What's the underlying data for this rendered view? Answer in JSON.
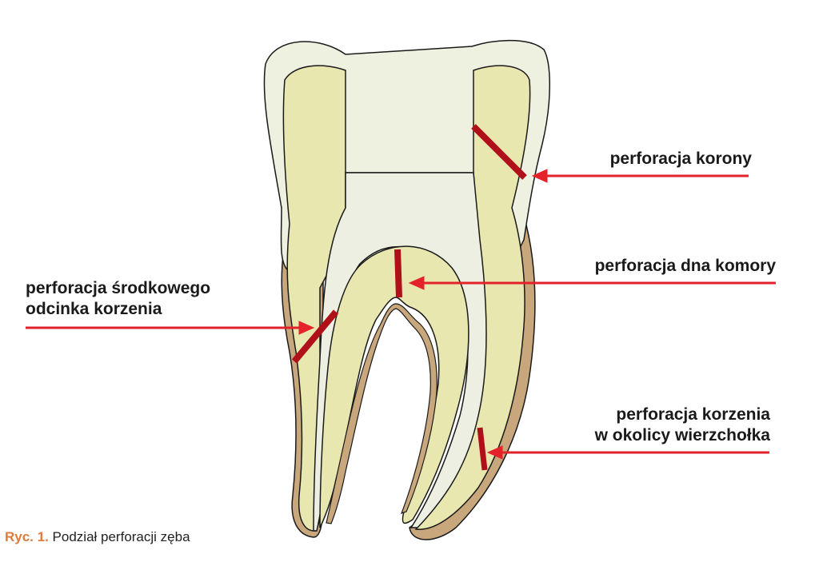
{
  "labels": {
    "crown": "perforacja korony",
    "chamber_floor": "perforacja dna komory",
    "mid_root_line1": "perforacja środkowego",
    "mid_root_line2": "odcinka korzenia",
    "apex_line1": "perforacja korzenia",
    "apex_line2": "w okolicy wierzchołka"
  },
  "caption": {
    "number": "Ryc. 1.",
    "text": "Podział perforacji zęba"
  },
  "colors": {
    "enamel": "#eef0e0",
    "dentin": "#e9e7b0",
    "pulp": "#eeefe3",
    "cementum": "#c9a77c",
    "perforation": "#b0101a",
    "arrow": "#e3222a",
    "caption_accent": "#e07b39"
  }
}
